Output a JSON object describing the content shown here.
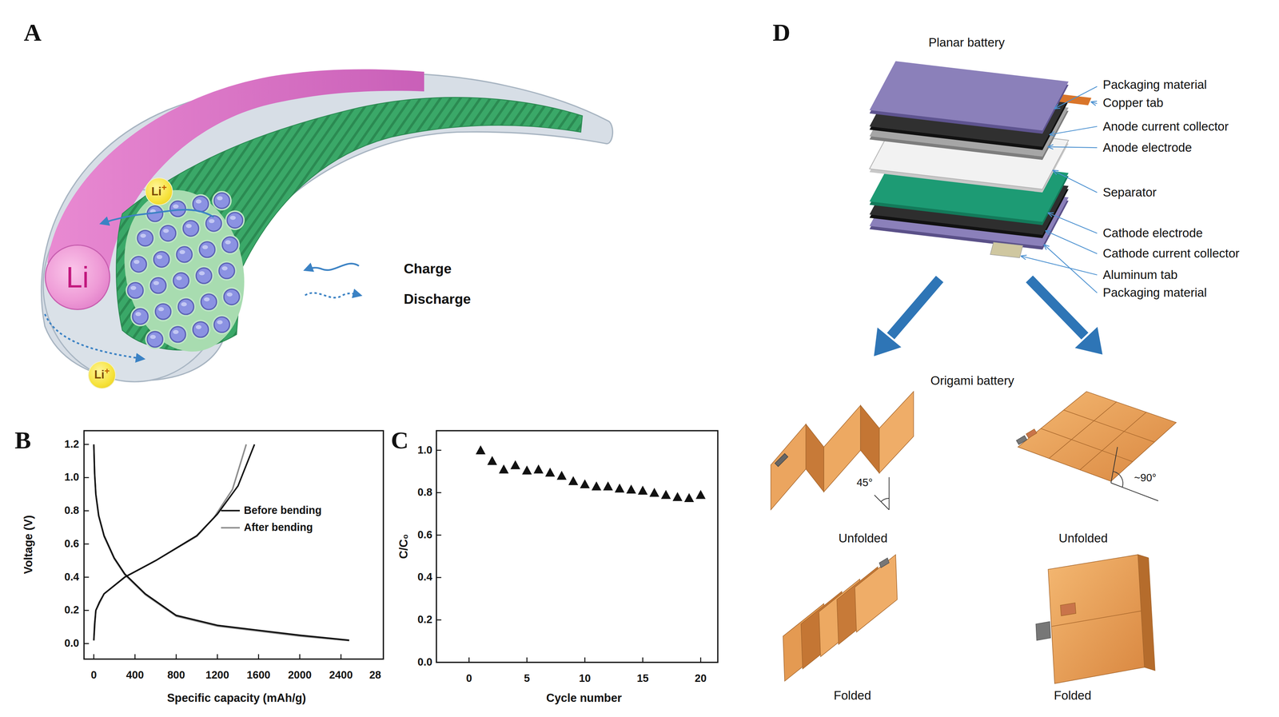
{
  "diagram": {
    "nodes": [
      {
        "text": [
          "Li",
          "+"
        ]
      },
      {
        "text": [
          "Li"
        ]
      },
      {
        "text": [
          "Li",
          "+"
        ]
      }
    ],
    "labels": [
      "A",
      "B",
      "C",
      "D",
      "1.2",
      "1.0",
      "0.8",
      "0.6",
      "0.4",
      "0.2",
      "0.0",
      "0",
      "400",
      "800",
      "1200",
      "1600",
      "2000",
      "2400",
      "28",
      "Voltage (V)",
      "Specific capacity (mAh/g)",
      "1.0",
      "0.8",
      "0.6",
      "0.4",
      "0.2",
      "0.0",
      "0",
      "5",
      "10",
      "15",
      "20",
      "C/C₀",
      "Cycle number",
      "Planar battery",
      "Packaging material",
      "Copper tab",
      "Anode current collector",
      "Anode electrode",
      "Separator",
      "Cathode electrode",
      "Cathode current collector",
      "Aluminum tab",
      "Packaging material",
      "Origami battery",
      "45°",
      "~90°",
      "Unfolded",
      "Unfolded",
      "Folded",
      "Folded"
    ],
    "legend": [
      {
        "text": "Charge"
      },
      {
        "text": "Discharge"
      },
      {
        "text": "Before bending"
      },
      {
        "text": "After bending"
      }
    ]
  }
}
